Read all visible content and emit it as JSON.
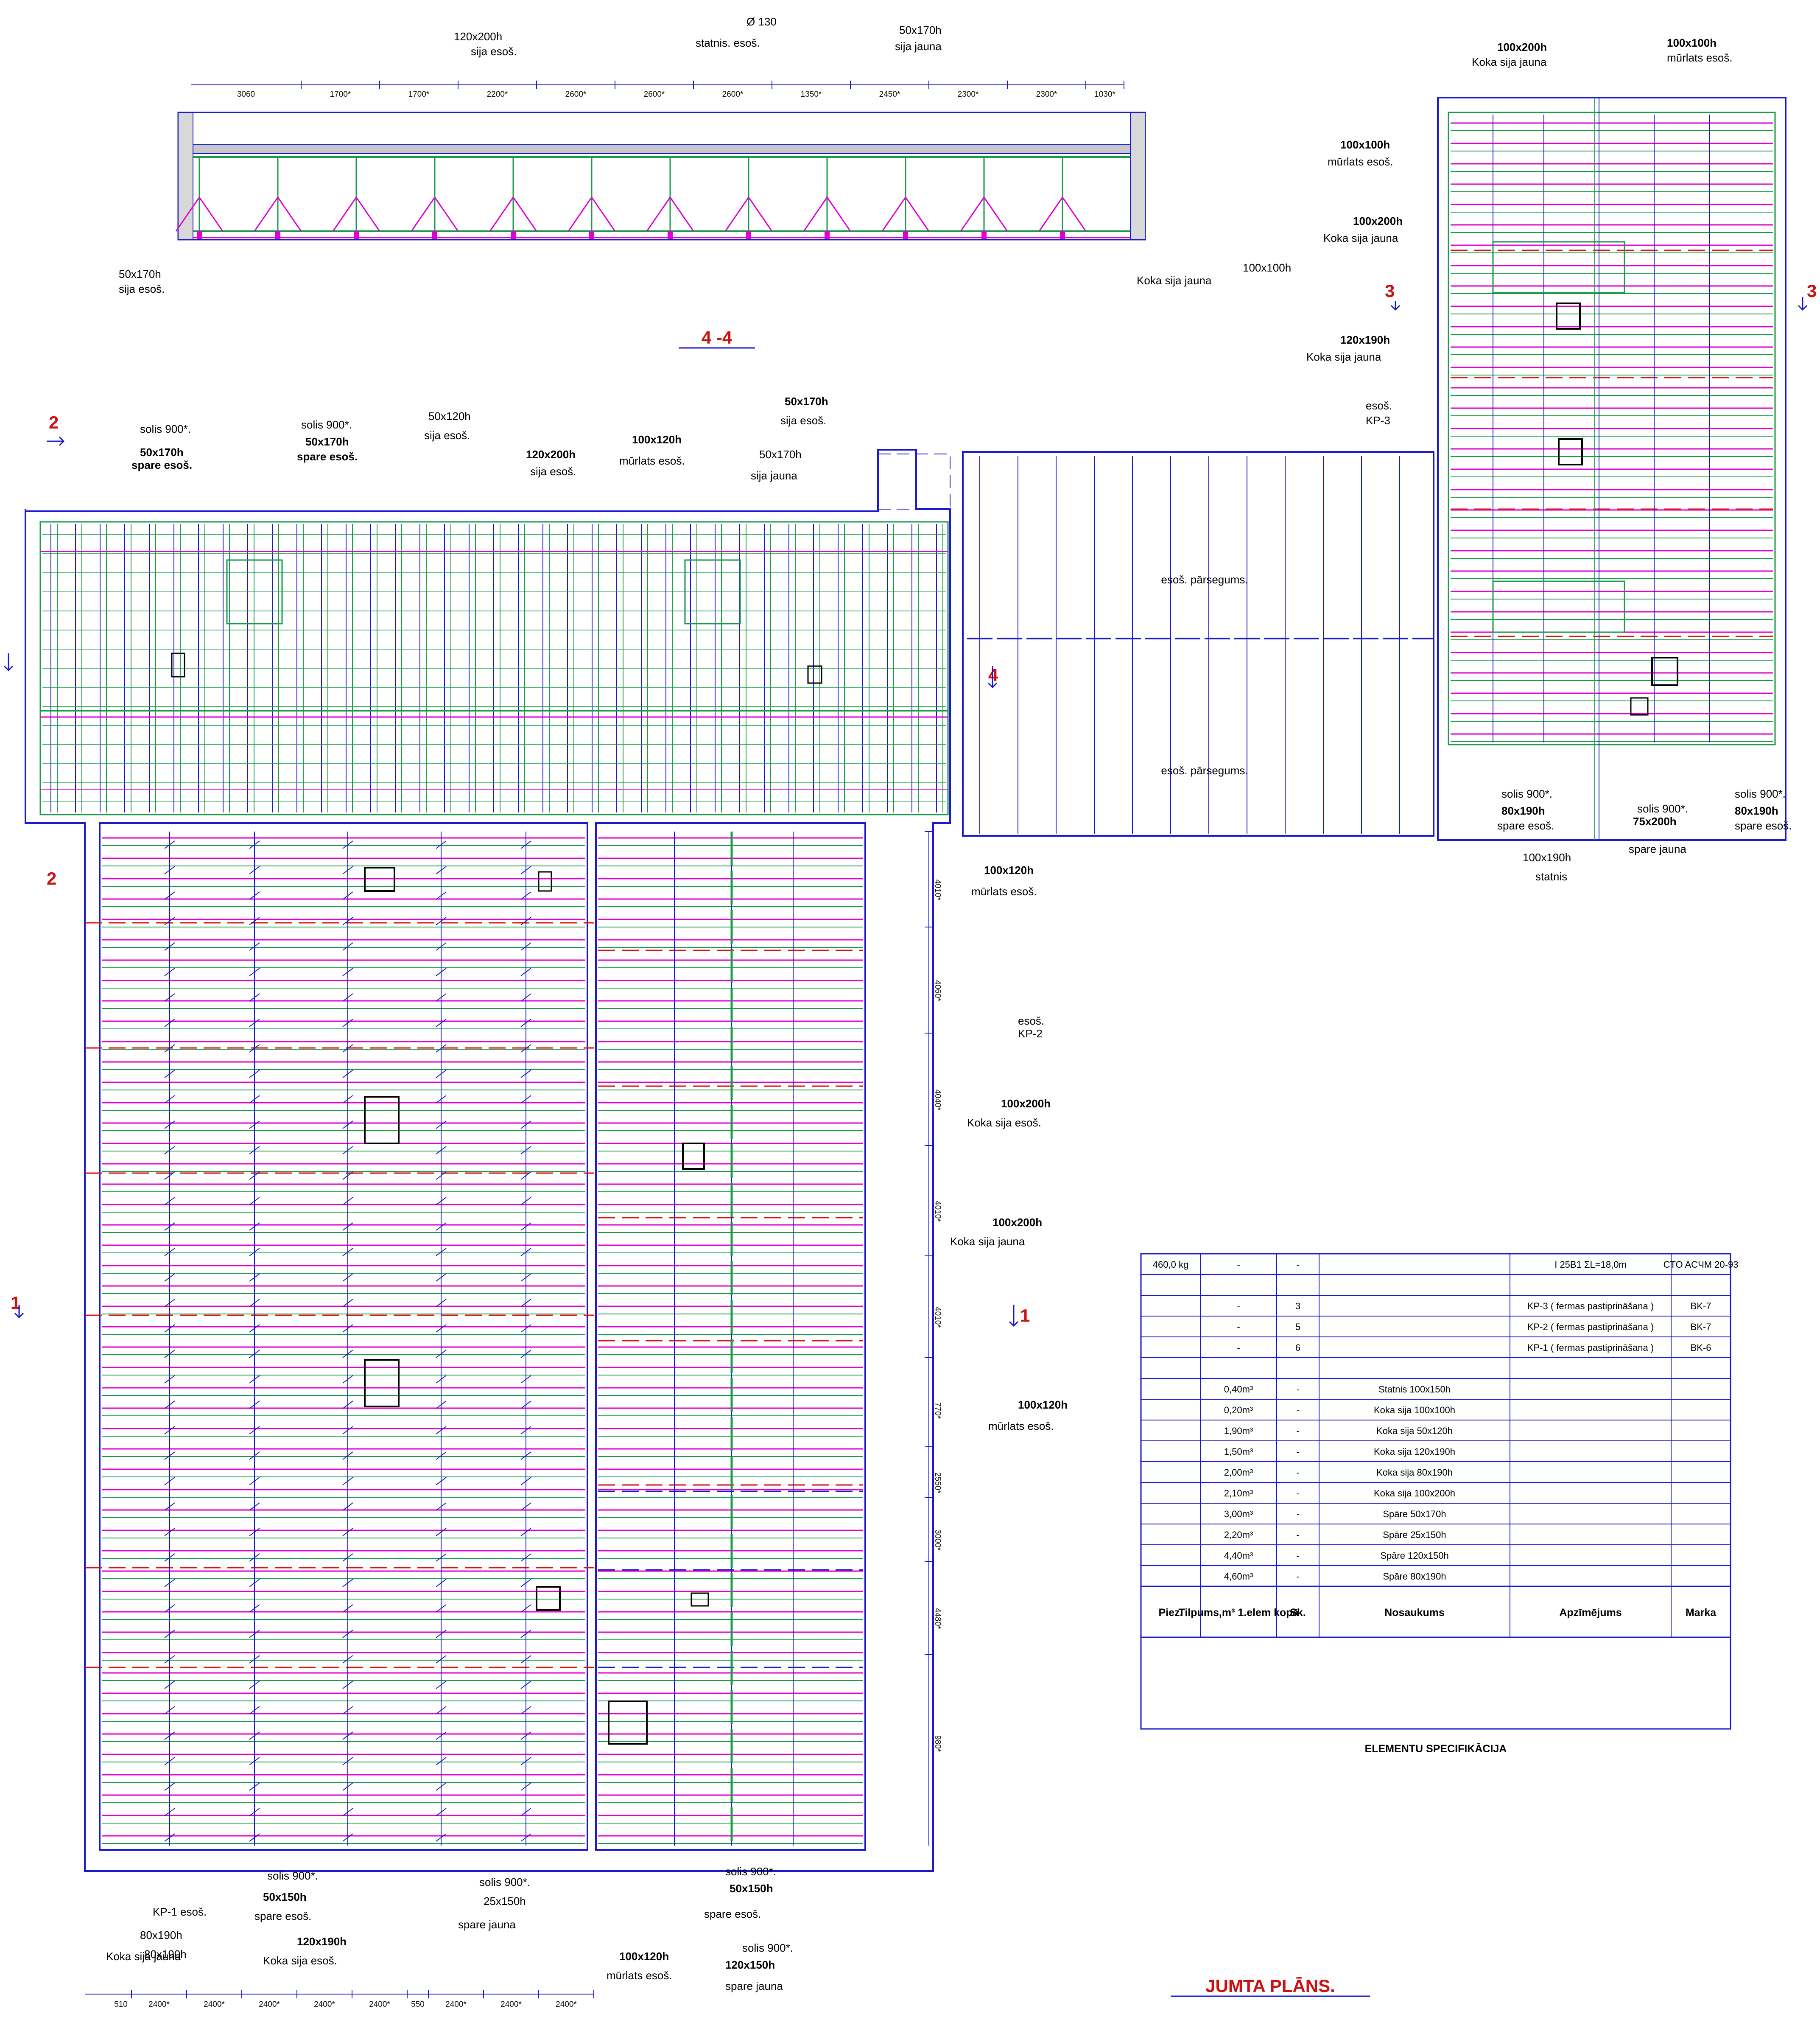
{
  "drawing": {
    "plan_title": "JUMTA PLĀNS.",
    "section_title": "4 -4",
    "section_markers": [
      "1",
      "2",
      "3",
      "4"
    ],
    "colors": {
      "outline": "#1a1acc",
      "beam_green": "#1a9a4a",
      "rafter_magenta": "#e000d0",
      "axis_red": "#dd1111",
      "text": "#000000"
    }
  },
  "section_4_4": {
    "labels": [
      {
        "text": "100x100h",
        "sub": "Koka sija jauna"
      },
      {
        "text": "50x170h",
        "sub": "sija esoš."
      },
      {
        "text": "120x200h",
        "sub": "sija esoš."
      },
      {
        "text": "Ø 130",
        "sub": "statnis. esoš."
      },
      {
        "text": "50x170h",
        "sub": "sija jauna"
      }
    ],
    "dims": [
      "1030*",
      "2300*",
      "2300*",
      "2450*",
      "1350*",
      "2600*",
      "2600*",
      "2600*",
      "2200*",
      "1700*",
      "1700*",
      "3060"
    ]
  },
  "plan_labels": {
    "top_left": [
      {
        "text": "50x170h",
        "sub": "spare esoš.",
        "sub2": "solis 900*."
      },
      {
        "text": "50x170h",
        "sub": "spare esoš.",
        "sub2": "solis 900*."
      },
      {
        "text": "50x120h",
        "sub": "sija esoš."
      },
      {
        "text": "120x200h",
        "sub": "sija esoš."
      },
      {
        "text": "100x120h",
        "sub": "mūrlats esoš."
      },
      {
        "text": "50x170h",
        "sub": "sija jauna"
      },
      {
        "text": "50x170h",
        "sub": "sija esoš."
      }
    ],
    "middle_right": [
      {
        "text": "100x120h",
        "sub": "mūrlats esoš."
      },
      {
        "text": "KP-2",
        "sub": "esoš."
      },
      {
        "text": "100x200h",
        "sub": "Koka sija esoš."
      },
      {
        "text": "100x200h",
        "sub": "Koka sija jauna"
      },
      {
        "text": "100x120h",
        "sub": "mūrlats esoš."
      }
    ],
    "flat_roof": [
      "esoš. pārsegums.",
      "esoš. pārsegums."
    ],
    "right_block": [
      {
        "text": "100x100h",
        "sub": "mūrlats esoš."
      },
      {
        "text": "100x200h",
        "sub": "Koka sija jauna"
      },
      {
        "text": "100x100h",
        "sub": "mūrlats esoš."
      },
      {
        "text": "100x200h",
        "sub": "Koka sija jauna"
      },
      {
        "text": "120x190h",
        "sub": "Koka sija jauna"
      },
      {
        "text": "KP-3",
        "sub": "esoš."
      },
      {
        "text": "80x190h",
        "sub": "spare esoš.",
        "sub2": "solis 900*."
      },
      {
        "text": "75x200h",
        "sub": "spare jauna",
        "sub2": "solis 900*."
      },
      {
        "text": "80x190h",
        "sub": "spare esoš.",
        "sub2": "solis 900*."
      },
      {
        "text": "100x190h",
        "sub": "statnis"
      }
    ],
    "bottom": [
      {
        "text": "80x190h",
        "sub": "KP-1 esoš."
      },
      {
        "text": "50x150h",
        "sub": "spare esoš.",
        "sub2": "solis 900*."
      },
      {
        "text": "25x150h",
        "sub": "spare jauna",
        "sub2": "solis 900*."
      },
      {
        "text": "50x150h",
        "sub": "spare esoš.",
        "sub2": "solis 900*."
      },
      {
        "text": "120x150h",
        "sub": "spare jauna",
        "sub2": "solis 900*."
      },
      {
        "text": "100x120h",
        "sub": "mūrlats esoš."
      },
      {
        "text": "120x190h",
        "sub": "Koka sija esoš."
      },
      {
        "text": "80x190h",
        "sub": "Koka sija jauna"
      }
    ],
    "vertical_dims": [
      "4010*",
      "4060*",
      "4040*",
      "4010*",
      "4010*",
      "770*",
      "2550*",
      "3000*",
      "4480*",
      "980*"
    ],
    "bottom_dims": [
      "2400*",
      "2400*",
      "2400*",
      "550",
      "2400*",
      "2400*",
      "2400*",
      "2400*",
      "2400*",
      "510"
    ]
  },
  "spec_table": {
    "title": "ELEMENTU SPECIFIKĀCIJA",
    "headers": [
      "Marka",
      "Apzīmējums",
      "Nosaukums",
      "Sk.",
      "Tilpums,m³ 1.elem kopā",
      "Piez."
    ],
    "rows": [
      [
        "",
        "",
        "Spāre 80x190h",
        "-",
        "4,60m³",
        ""
      ],
      [
        "",
        "",
        "Spāre 120x150h",
        "-",
        "4,40m³",
        ""
      ],
      [
        "",
        "",
        "Spāre 25x150h",
        "-",
        "2,20m³",
        ""
      ],
      [
        "",
        "",
        "Spāre 50x170h",
        "-",
        "3,00m³",
        ""
      ],
      [
        "",
        "",
        "Koka sija 100x200h",
        "-",
        "2,10m³",
        ""
      ],
      [
        "",
        "",
        "Koka sija 80x190h",
        "-",
        "2,00m³",
        ""
      ],
      [
        "",
        "",
        "Koka sija 120x190h",
        "-",
        "1,50m³",
        ""
      ],
      [
        "",
        "",
        "Koka sija 50x120h",
        "-",
        "1,90m³",
        ""
      ],
      [
        "",
        "",
        "Koka sija 100x100h",
        "-",
        "0,20m³",
        ""
      ],
      [
        "",
        "",
        "Statnis 100x150h",
        "-",
        "0,40m³",
        ""
      ],
      [
        "",
        "",
        "",
        "",
        "",
        ""
      ],
      [
        "BK-6",
        "KP-1 ( fermas pastiprināšana )",
        "",
        "6",
        "-",
        ""
      ],
      [
        "BK-7",
        "KP-2 ( fermas pastiprināšana )",
        "",
        "5",
        "-",
        ""
      ],
      [
        "BK-7",
        "KP-3 ( fermas pastiprināšana )",
        "",
        "3",
        "-",
        ""
      ],
      [
        "",
        "",
        "",
        "",
        "",
        ""
      ],
      [
        "CTO ACЧM 20-93",
        "I 25B1  ΣL=18,0m",
        "",
        "-",
        "-",
        "460,0 kg"
      ]
    ]
  }
}
